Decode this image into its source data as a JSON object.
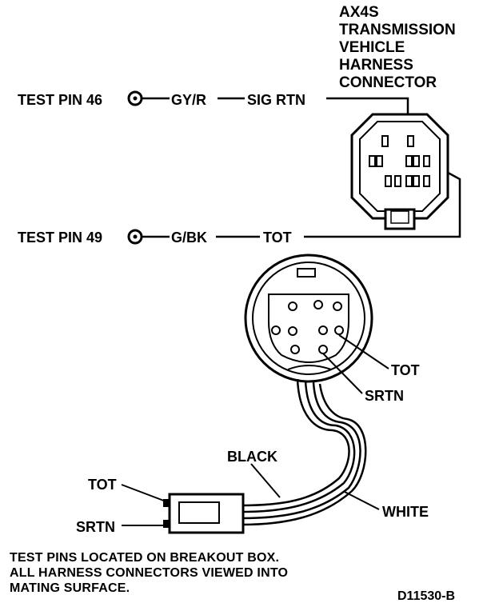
{
  "connector_title": [
    "AX4S",
    "TRANSMISSION",
    "VEHICLE",
    "HARNESS",
    "CONNECTOR"
  ],
  "circuits": [
    {
      "test_pin": "TEST PIN 46",
      "wire_color": "GY/R",
      "signal": "SIG RTN"
    },
    {
      "test_pin": "TEST PIN 49",
      "wire_color": "G/BK",
      "signal": "TOT"
    }
  ],
  "round_connector_labels": {
    "tot": "TOT",
    "srtn": "SRTN"
  },
  "wire_labels": {
    "black": "BLACK",
    "white": "WHITE"
  },
  "plug_labels": {
    "tot": "TOT",
    "srtn": "SRTN"
  },
  "notes": [
    "TEST PINS LOCATED ON BREAKOUT BOX.",
    "ALL HARNESS CONNECTORS VIEWED INTO",
    "MATING SURFACE."
  ],
  "figure_id": "D11530-B"
}
